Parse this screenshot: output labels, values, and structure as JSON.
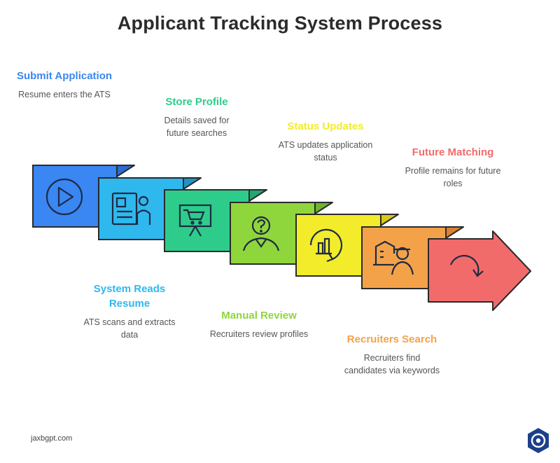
{
  "title": "Applicant Tracking System Process",
  "colors": {
    "blue": "#3a86f2",
    "sky": "#2fb8ee",
    "green": "#2ecc8a",
    "lime": "#8fd63c",
    "yellow": "#f2ec2a",
    "orange": "#f4a24a",
    "red": "#f26b6b"
  },
  "steps": [
    {
      "title": "Submit Application",
      "desc": "Resume enters the ATS",
      "icon": "play-icon"
    },
    {
      "title": "System Reads Resume",
      "desc": "ATS scans and extracts data",
      "icon": "resume-icon"
    },
    {
      "title": "Store Profile",
      "desc": "Details saved for future searches",
      "icon": "presentation-icon"
    },
    {
      "title": "Manual Review",
      "desc": "Recruiters review profiles",
      "icon": "person-question-icon"
    },
    {
      "title": "Status Updates",
      "desc": "ATS updates application status",
      "icon": "refresh-chart-icon"
    },
    {
      "title": "Recruiters Search",
      "desc": "Recruiters find candidates via keywords",
      "icon": "building-person-icon"
    },
    {
      "title": "Future Matching",
      "desc": "Profile remains for future roles",
      "icon": "redo-arrow-icon"
    }
  ],
  "footer": "jaxbgpt.com"
}
